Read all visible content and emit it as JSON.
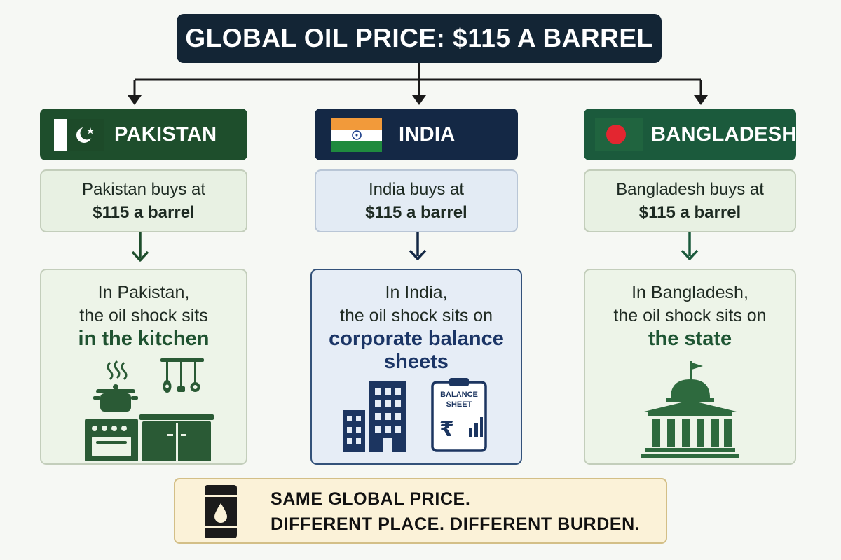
{
  "title": "GLOBAL OIL PRICE: $115 A BARREL",
  "colors": {
    "pakistan_green": "#1e4e2c",
    "india_navy": "#142845",
    "bangladesh_green": "#1b5a3c",
    "pakistan_icon": "#2a5a35",
    "india_icon": "#1c3560",
    "bangladesh_icon": "#2e6a3e",
    "title_bg": "#132535",
    "footer_bg": "#fbf2d8"
  },
  "countries": [
    {
      "name": "PAKISTAN",
      "buys_line1": "Pakistan buys at",
      "buys_line2": "$115 a barrel",
      "shock_line1": "In Pakistan,",
      "shock_line2": "the oil shock sits",
      "shock_highlight": "in the kitchen",
      "icon": "kitchen-icon"
    },
    {
      "name": "INDIA",
      "buys_line1": "India buys at",
      "buys_line2": "$115 a barrel",
      "shock_line1": "In India,",
      "shock_line2": "the oil shock sits on",
      "shock_highlight": "corporate balance sheets",
      "icon": "corporate-icon",
      "clipboard_line1": "BALANCE",
      "clipboard_line2": "SHEET",
      "clipboard_symbol": "₹"
    },
    {
      "name": "BANGLADESH",
      "buys_line1": "Bangladesh buys at",
      "buys_line2": "$115 a barrel",
      "shock_line1": "In Bangladesh,",
      "shock_line2": "the oil shock sits on",
      "shock_highlight": "the state",
      "icon": "government-building-icon"
    }
  ],
  "footer": {
    "line1": "SAME GLOBAL PRICE.",
    "line2": "DIFFERENT PLACE. DIFFERENT BURDEN.",
    "icon": "oil-barrel-icon"
  }
}
